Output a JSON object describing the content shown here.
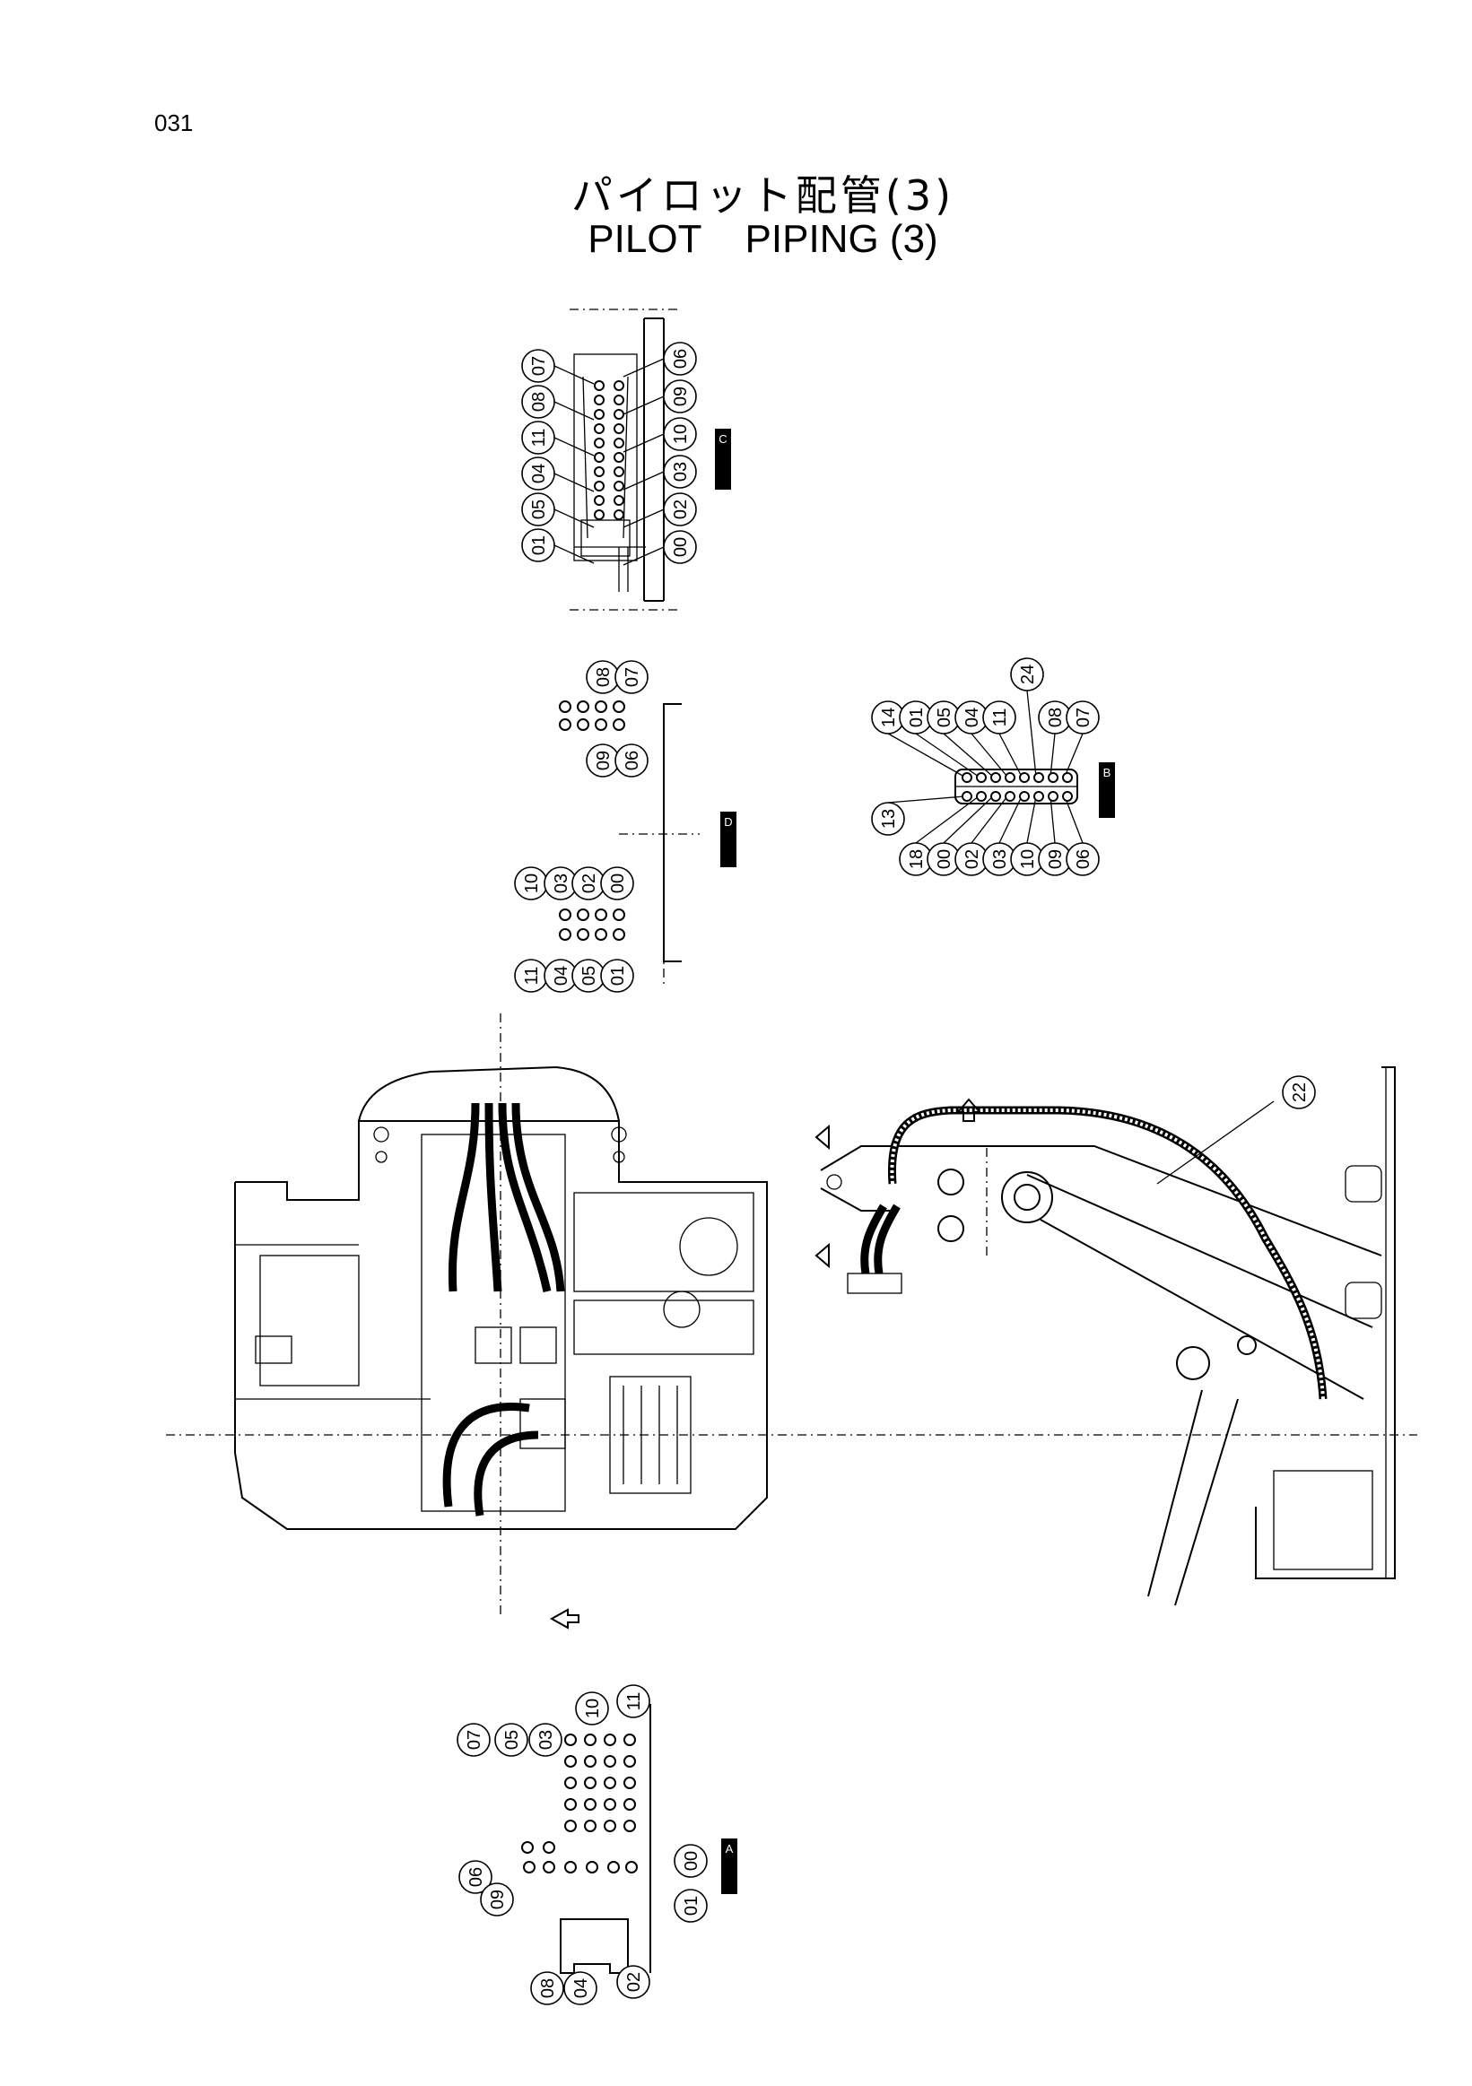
{
  "page": {
    "number": "031",
    "title_jp": "パイロット配管(3)",
    "title_en": "PILOT    PIPING (3)"
  },
  "views": {
    "C": {
      "tag": "C",
      "top_row": [
        "07",
        "08",
        "11",
        "04",
        "05",
        "01"
      ],
      "bottom_row": [
        "06",
        "09",
        "10",
        "03",
        "02",
        "00"
      ]
    },
    "D": {
      "tag": "D",
      "upper_top": [
        "08",
        "07"
      ],
      "upper_bottom": [
        "09",
        "06"
      ],
      "lower_top": [
        "10",
        "03",
        "02",
        "00"
      ],
      "lower_bottom": [
        "11",
        "04",
        "05",
        "01"
      ]
    },
    "B": {
      "tag": "B",
      "top_row": [
        "14",
        "01",
        "05",
        "04",
        "11",
        "24",
        "08",
        "07"
      ],
      "bottom_row": [
        "13",
        "18",
        "00",
        "02",
        "03",
        "10",
        "09",
        "06"
      ]
    },
    "A": {
      "tag": "A",
      "labels": [
        "07",
        "05",
        "03",
        "10",
        "11",
        "00",
        "01",
        "06",
        "09",
        "08",
        "04",
        "02"
      ]
    },
    "main": {
      "balloon_22": "22"
    }
  }
}
